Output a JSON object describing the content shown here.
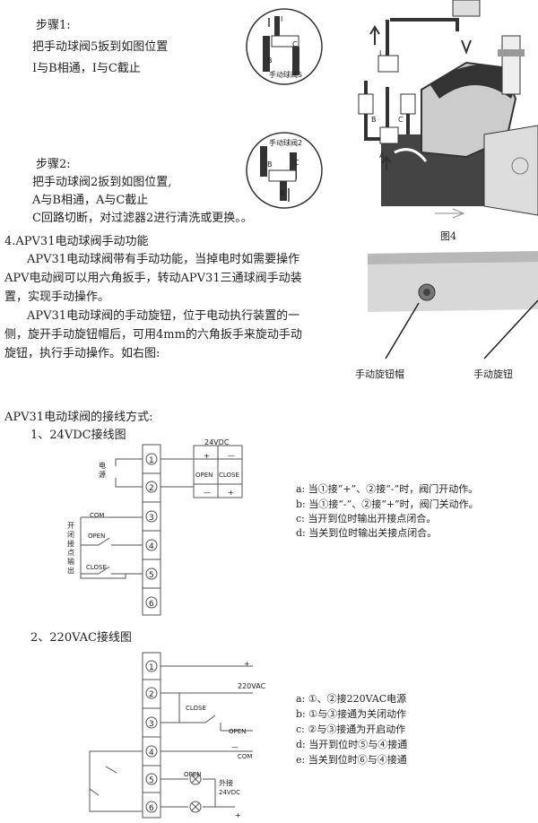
{
  "step1": {
    "title": "步骤1:",
    "line1": "把手动球阀5扳到如图位置",
    "line2": "I与B相通，I与C截止"
  },
  "step2": {
    "title": "步骤2:",
    "line1": "把手动球阀2扳到如图位置,",
    "line2": "A与B相通，A与C截止",
    "line3": "C回路切断，对过滤器2进行清洗或更换。。"
  },
  "fig1": {
    "label_i": "I",
    "label_b": "B",
    "label_c": "C",
    "valve5": "手动球阀5",
    "valve2": "手动球阀2",
    "label_a": "A",
    "fig_label": "图4"
  },
  "section4": {
    "heading": "4.APV31电动球阀手动功能",
    "para1_line1": "APV31电动球阀带有手动功能，当掉电时如需要操作",
    "para1_line2": "APV电动阀可以用六角扳手，转动APV31三通球阀手动装",
    "para1_line3": "置，实现手动操作。",
    "para2_line1": "APV31电动球阀的手动旋钮，位于电动执行装置的一",
    "para2_line2": "侧，旋开手动旋钮帽后，可用4mm的六角扳手来旋动手动",
    "para2_line3": "旋钮，执行手动操作。如右图:",
    "cap_label": "手动旋钮帽",
    "knob_label": "手动旋钮"
  },
  "wiring": {
    "heading": "APV31电动球阀的接线方式:",
    "dc": {
      "title": "1、24VDC接线图",
      "supply": "24VDC",
      "power_label_1": "电",
      "power_label_2": "源",
      "plus": "+",
      "minus": "—",
      "open": "OPEN",
      "close": "CLOSE",
      "com": "COM",
      "side_label": [
        "开",
        "闭",
        "接",
        "点",
        "输",
        "出"
      ],
      "terminals": [
        "1",
        "2",
        "3",
        "4",
        "5",
        "6"
      ],
      "notes": [
        "a:  当①接“+”、②接“-”时，阀门开动作。",
        "b:  当①接“-”、②接“+”时，阀门关动作。",
        "c:  当开到位时输出开接点闭合。",
        "d:  当关到位时输出关接点闭合。"
      ]
    },
    "ac": {
      "title": "2、220VAC接线图",
      "supply": "220VAC",
      "close": "CLOSE",
      "open": "OPEN",
      "com": "COM",
      "open2": "OPEN",
      "ext_1": "外接",
      "ext_2": "24VDC",
      "plus": "+",
      "minus": "—",
      "terminals": [
        "1",
        "2",
        "3",
        "4",
        "5",
        "6"
      ],
      "notes": [
        "a:  ①、②接220VAC电源",
        "b:  ①与③接通为关闭动作",
        "c:  ②与③接通为开启动作",
        "d:  当开到位时⑤与④接通",
        "e:  当关到位时⑥与④接通"
      ]
    }
  },
  "icons": [
    "valve-body-illustration",
    "actuator-box-illustration",
    "arrow-icon"
  ]
}
